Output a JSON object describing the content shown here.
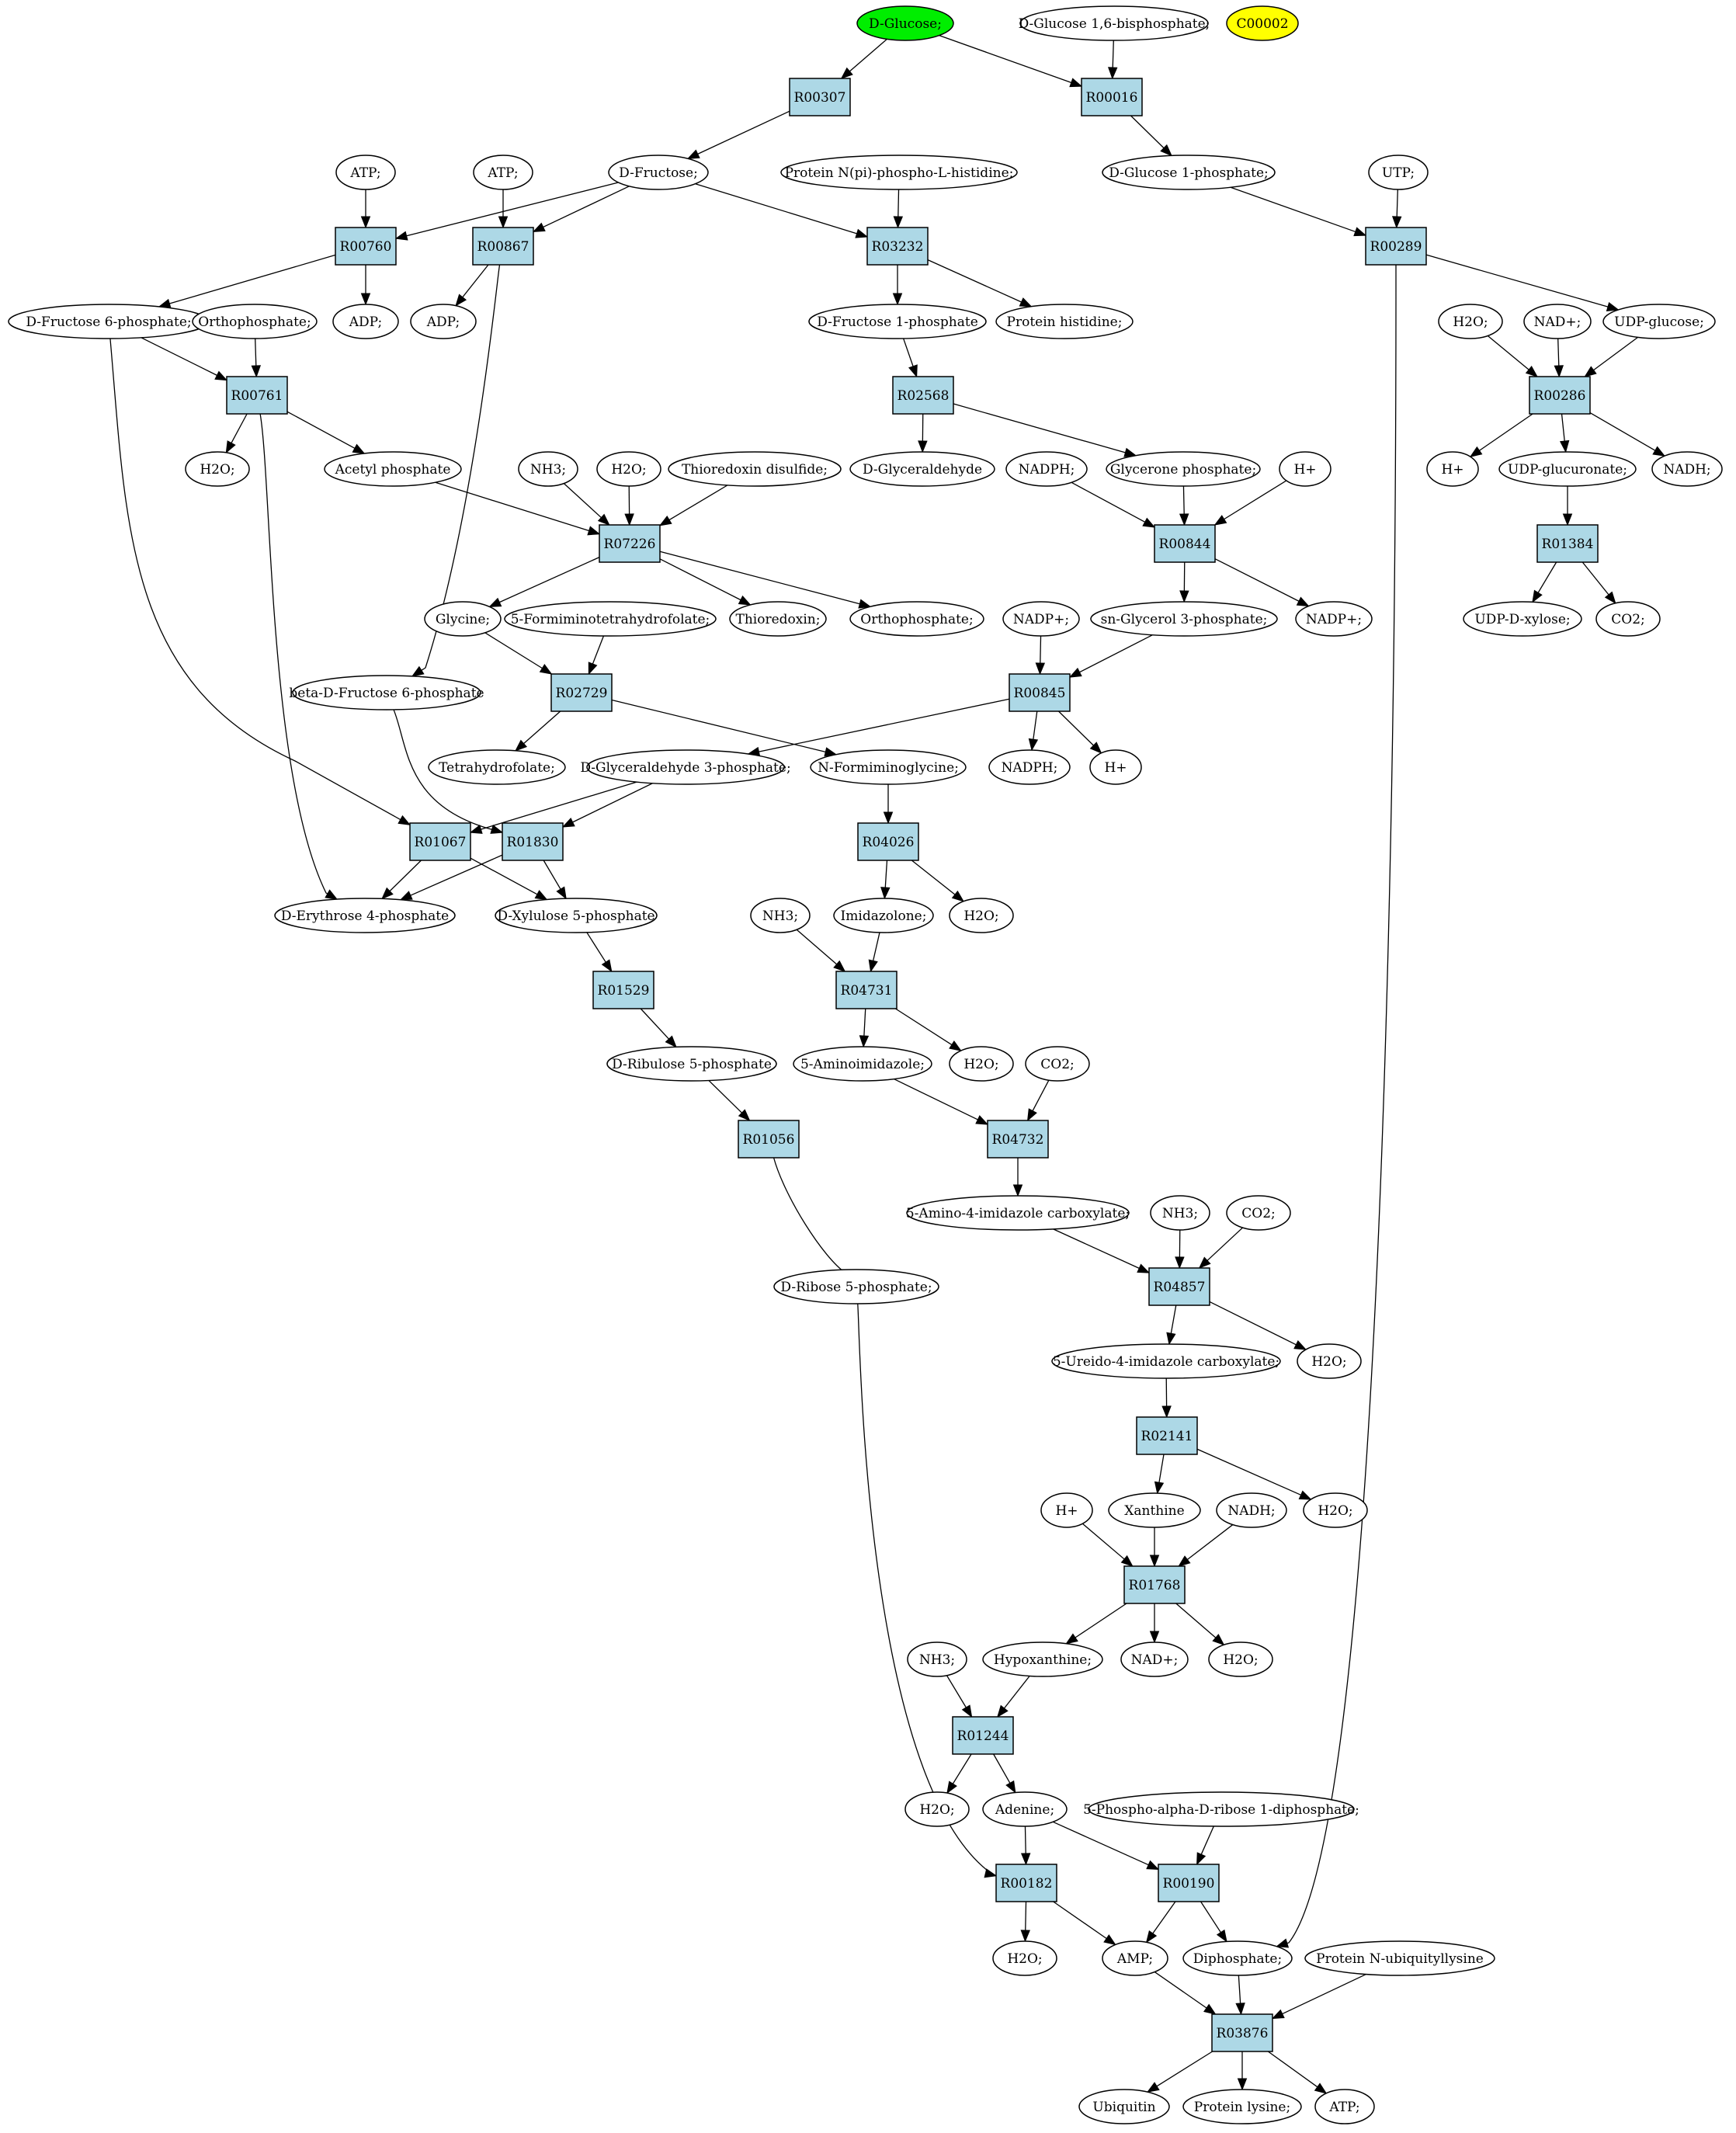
{
  "colors": {
    "reaction_fill": "#add8e6",
    "start_fill": "#00ee00",
    "highlight_fill": "#ffff00",
    "edge": "#000000"
  },
  "diagram": {
    "metabolites": [
      {
        "id": "glucose",
        "label": "D-Glucose;",
        "color": "#00ee00"
      },
      {
        "id": "glc16bp",
        "label": "D-Glucose 1,6-bisphosphate;"
      },
      {
        "id": "c00002",
        "label": "C00002",
        "color": "#ffff00"
      },
      {
        "id": "atp1",
        "label": "ATP;"
      },
      {
        "id": "atp2",
        "label": "ATP;"
      },
      {
        "id": "fructose",
        "label": "D-Fructose;"
      },
      {
        "id": "protnpi",
        "label": "Protein N(pi)-phospho-L-histidine;"
      },
      {
        "id": "g1p",
        "label": "D-Glucose 1-phosphate;"
      },
      {
        "id": "utp",
        "label": "UTP;"
      },
      {
        "id": "f6p",
        "label": "D-Fructose 6-phosphate;"
      },
      {
        "id": "orthop1",
        "label": "Orthophosphate;"
      },
      {
        "id": "adp1",
        "label": "ADP;"
      },
      {
        "id": "adp2",
        "label": "ADP;"
      },
      {
        "id": "f1p",
        "label": "D-Fructose 1-phosphate"
      },
      {
        "id": "prothis",
        "label": "Protein histidine;"
      },
      {
        "id": "h2o_a",
        "label": "H2O;"
      },
      {
        "id": "nadp_a",
        "label": "NAD+;"
      },
      {
        "id": "udpglc",
        "label": "UDP-glucose;"
      },
      {
        "id": "h2o_b",
        "label": "H2O;"
      },
      {
        "id": "acetylp",
        "label": "Acetyl phosphate"
      },
      {
        "id": "nh3_a",
        "label": "NH3;"
      },
      {
        "id": "h2o_c",
        "label": "H2O;"
      },
      {
        "id": "trxss",
        "label": "Thioredoxin disulfide;"
      },
      {
        "id": "glyald",
        "label": "D-Glyceraldehyde"
      },
      {
        "id": "nadph_a",
        "label": "NADPH;"
      },
      {
        "id": "dhap",
        "label": "Glycerone phosphate;"
      },
      {
        "id": "hplus_a",
        "label": "H+"
      },
      {
        "id": "hplus_b",
        "label": "H+"
      },
      {
        "id": "udpglcA",
        "label": "UDP-glucuronate;"
      },
      {
        "id": "nadh_a",
        "label": "NADH;"
      },
      {
        "id": "glycine",
        "label": "Glycine;"
      },
      {
        "id": "fthf",
        "label": "5-Formiminotetrahydrofolate;"
      },
      {
        "id": "trx",
        "label": "Thioredoxin;"
      },
      {
        "id": "orthop2",
        "label": "Orthophosphate;"
      },
      {
        "id": "nadpplus_a",
        "label": "NADP+;"
      },
      {
        "id": "g3p",
        "label": "sn-Glycerol 3-phosphate;"
      },
      {
        "id": "nadpplus_b",
        "label": "NADP+;"
      },
      {
        "id": "udpxyl",
        "label": "UDP-D-xylose;"
      },
      {
        "id": "co2_a",
        "label": "CO2;"
      },
      {
        "id": "bf6p",
        "label": "beta-D-Fructose 6-phosphate"
      },
      {
        "id": "thf",
        "label": "Tetrahydrofolate;"
      },
      {
        "id": "gap",
        "label": "D-Glyceraldehyde 3-phosphate;"
      },
      {
        "id": "figly",
        "label": "N-Formiminoglycine;"
      },
      {
        "id": "nadph_b",
        "label": "NADPH;"
      },
      {
        "id": "hplus_c",
        "label": "H+"
      },
      {
        "id": "e4p",
        "label": "D-Erythrose 4-phosphate"
      },
      {
        "id": "xu5p",
        "label": "D-Xylulose 5-phosphate"
      },
      {
        "id": "nh3_b",
        "label": "NH3;"
      },
      {
        "id": "imidazolone",
        "label": "Imidazolone;"
      },
      {
        "id": "h2o_d",
        "label": "H2O;"
      },
      {
        "id": "ru5p",
        "label": "D-Ribulose 5-phosphate"
      },
      {
        "id": "aminoimid",
        "label": "5-Aminoimidazole;"
      },
      {
        "id": "h2o_e",
        "label": "H2O;"
      },
      {
        "id": "co2_b",
        "label": "CO2;"
      },
      {
        "id": "aic",
        "label": "5-Amino-4-imidazole carboxylate;"
      },
      {
        "id": "nh3_c",
        "label": "NH3;"
      },
      {
        "id": "co2_c",
        "label": "CO2;"
      },
      {
        "id": "r5p",
        "label": "D-Ribose 5-phosphate;"
      },
      {
        "id": "uic",
        "label": "5-Ureido-4-imidazole carboxylate;"
      },
      {
        "id": "h2o_f",
        "label": "H2O;"
      },
      {
        "id": "hplus_d",
        "label": "H+"
      },
      {
        "id": "xanthine",
        "label": "Xanthine"
      },
      {
        "id": "nadh_b",
        "label": "NADH;"
      },
      {
        "id": "h2o_g",
        "label": "H2O;"
      },
      {
        "id": "nh3_d",
        "label": "NH3;"
      },
      {
        "id": "hypox",
        "label": "Hypoxanthine;"
      },
      {
        "id": "nadplus_b",
        "label": "NAD+;"
      },
      {
        "id": "h2o_h",
        "label": "H2O;"
      },
      {
        "id": "h2o_i",
        "label": "H2O;"
      },
      {
        "id": "adenine",
        "label": "Adenine;"
      },
      {
        "id": "prpp",
        "label": "5-Phospho-alpha-D-ribose 1-diphosphate;"
      },
      {
        "id": "h2o_j",
        "label": "H2O;"
      },
      {
        "id": "amp",
        "label": "AMP;"
      },
      {
        "id": "diphos",
        "label": "Diphosphate;"
      },
      {
        "id": "protubl",
        "label": "Protein N-ubiquityllysine"
      },
      {
        "id": "ubiquitin",
        "label": "Ubiquitin"
      },
      {
        "id": "protlys",
        "label": "Protein lysine;"
      },
      {
        "id": "atp3",
        "label": "ATP;"
      }
    ],
    "reactions": [
      {
        "id": "R00307",
        "label": "R00307"
      },
      {
        "id": "R00016",
        "label": "R00016"
      },
      {
        "id": "R00760",
        "label": "R00760"
      },
      {
        "id": "R00867",
        "label": "R00867"
      },
      {
        "id": "R03232",
        "label": "R03232"
      },
      {
        "id": "R00289",
        "label": "R00289"
      },
      {
        "id": "R00761",
        "label": "R00761"
      },
      {
        "id": "R02568",
        "label": "R02568"
      },
      {
        "id": "R00286",
        "label": "R00286"
      },
      {
        "id": "R07226",
        "label": "R07226"
      },
      {
        "id": "R00844",
        "label": "R00844"
      },
      {
        "id": "R01384",
        "label": "R01384"
      },
      {
        "id": "R02729",
        "label": "R02729"
      },
      {
        "id": "R00845",
        "label": "R00845"
      },
      {
        "id": "R01067",
        "label": "R01067"
      },
      {
        "id": "R01830",
        "label": "R01830"
      },
      {
        "id": "R04026",
        "label": "R04026"
      },
      {
        "id": "R04731",
        "label": "R04731"
      },
      {
        "id": "R01529",
        "label": "R01529"
      },
      {
        "id": "R04732",
        "label": "R04732"
      },
      {
        "id": "R01056",
        "label": "R01056"
      },
      {
        "id": "R04857",
        "label": "R04857"
      },
      {
        "id": "R02141",
        "label": "R02141"
      },
      {
        "id": "R01768",
        "label": "R01768"
      },
      {
        "id": "R01244",
        "label": "R01244"
      },
      {
        "id": "R00182",
        "label": "R00182"
      },
      {
        "id": "R00190",
        "label": "R00190"
      },
      {
        "id": "R03876",
        "label": "R03876"
      }
    ],
    "edges": [
      [
        "glucose",
        "R00307"
      ],
      [
        "glucose",
        "R00016"
      ],
      [
        "glc16bp",
        "R00016"
      ],
      [
        "R00307",
        "fructose"
      ],
      [
        "R00016",
        "g1p"
      ],
      [
        "atp1",
        "R00760"
      ],
      [
        "fructose",
        "R00760"
      ],
      [
        "R00760",
        "f6p"
      ],
      [
        "R00760",
        "adp1"
      ],
      [
        "atp2",
        "R00867"
      ],
      [
        "fructose",
        "R00867"
      ],
      [
        "R00867",
        "adp2"
      ],
      [
        "R00867",
        "bf6p"
      ],
      [
        "fructose",
        "R03232"
      ],
      [
        "protnpi",
        "R03232"
      ],
      [
        "R03232",
        "f1p"
      ],
      [
        "R03232",
        "prothis"
      ],
      [
        "g1p",
        "R00289"
      ],
      [
        "utp",
        "R00289"
      ],
      [
        "R00289",
        "udpglc"
      ],
      [
        "R00289",
        "diphos"
      ],
      [
        "f6p",
        "R00761"
      ],
      [
        "orthop1",
        "R00761"
      ],
      [
        "R00761",
        "h2o_b"
      ],
      [
        "R00761",
        "acetylp"
      ],
      [
        "R00761",
        "e4p"
      ],
      [
        "f6p",
        "R01067"
      ],
      [
        "f1p",
        "R02568"
      ],
      [
        "R02568",
        "glyald"
      ],
      [
        "R02568",
        "dhap"
      ],
      [
        "h2o_a",
        "R00286"
      ],
      [
        "nadp_a",
        "R00286"
      ],
      [
        "udpglc",
        "R00286"
      ],
      [
        "R00286",
        "hplus_b"
      ],
      [
        "R00286",
        "udpglcA"
      ],
      [
        "R00286",
        "nadh_a"
      ],
      [
        "udpglcA",
        "R01384"
      ],
      [
        "R01384",
        "udpxyl"
      ],
      [
        "R01384",
        "co2_a"
      ],
      [
        "acetylp",
        "R07226"
      ],
      [
        "nh3_a",
        "R07226"
      ],
      [
        "h2o_c",
        "R07226"
      ],
      [
        "trxss",
        "R07226"
      ],
      [
        "R07226",
        "glycine"
      ],
      [
        "R07226",
        "trx"
      ],
      [
        "R07226",
        "orthop2"
      ],
      [
        "nadph_a",
        "R00844"
      ],
      [
        "dhap",
        "R00844"
      ],
      [
        "hplus_a",
        "R00844"
      ],
      [
        "R00844",
        "g3p"
      ],
      [
        "R00844",
        "nadpplus_b"
      ],
      [
        "glycine",
        "R02729"
      ],
      [
        "fthf",
        "R02729"
      ],
      [
        "R02729",
        "thf"
      ],
      [
        "R02729",
        "figly"
      ],
      [
        "nadpplus_a",
        "R00845"
      ],
      [
        "g3p",
        "R00845"
      ],
      [
        "R00845",
        "gap"
      ],
      [
        "R00845",
        "nadph_b"
      ],
      [
        "R00845",
        "hplus_c"
      ],
      [
        "gap",
        "R01067"
      ],
      [
        "gap",
        "R01830"
      ],
      [
        "bf6p",
        "R01830"
      ],
      [
        "R01067",
        "e4p"
      ],
      [
        "R01067",
        "xu5p"
      ],
      [
        "R01830",
        "e4p"
      ],
      [
        "R01830",
        "xu5p"
      ],
      [
        "figly",
        "R04026"
      ],
      [
        "R04026",
        "imidazolone"
      ],
      [
        "R04026",
        "h2o_d"
      ],
      [
        "nh3_b",
        "R04731"
      ],
      [
        "imidazolone",
        "R04731"
      ],
      [
        "R04731",
        "aminoimid"
      ],
      [
        "R04731",
        "h2o_e"
      ],
      [
        "xu5p",
        "R01529"
      ],
      [
        "R01529",
        "ru5p"
      ],
      [
        "aminoimid",
        "R04732"
      ],
      [
        "co2_b",
        "R04732"
      ],
      [
        "R04732",
        "aic"
      ],
      [
        "ru5p",
        "R01056"
      ],
      [
        "R01056",
        "r5p"
      ],
      [
        "aic",
        "R04857"
      ],
      [
        "nh3_c",
        "R04857"
      ],
      [
        "co2_c",
        "R04857"
      ],
      [
        "R04857",
        "uic"
      ],
      [
        "R04857",
        "h2o_f"
      ],
      [
        "uic",
        "R02141"
      ],
      [
        "R02141",
        "xanthine"
      ],
      [
        "R02141",
        "h2o_g"
      ],
      [
        "hplus_d",
        "R01768"
      ],
      [
        "xanthine",
        "R01768"
      ],
      [
        "nadh_b",
        "R01768"
      ],
      [
        "R01768",
        "hypox"
      ],
      [
        "R01768",
        "nadplus_b"
      ],
      [
        "R01768",
        "h2o_h"
      ],
      [
        "nh3_d",
        "R01244"
      ],
      [
        "hypox",
        "R01244"
      ],
      [
        "R01244",
        "h2o_i"
      ],
      [
        "R01244",
        "adenine"
      ],
      [
        "adenine",
        "R00182"
      ],
      [
        "r5p",
        "R00182"
      ],
      [
        "R00182",
        "h2o_j"
      ],
      [
        "R00182",
        "amp"
      ],
      [
        "adenine",
        "R00190"
      ],
      [
        "prpp",
        "R00190"
      ],
      [
        "R00190",
        "amp"
      ],
      [
        "R00190",
        "diphos"
      ],
      [
        "amp",
        "R03876"
      ],
      [
        "diphos",
        "R03876"
      ],
      [
        "protubl",
        "R03876"
      ],
      [
        "R03876",
        "ubiquitin"
      ],
      [
        "R03876",
        "protlys"
      ],
      [
        "R03876",
        "atp3"
      ]
    ]
  }
}
